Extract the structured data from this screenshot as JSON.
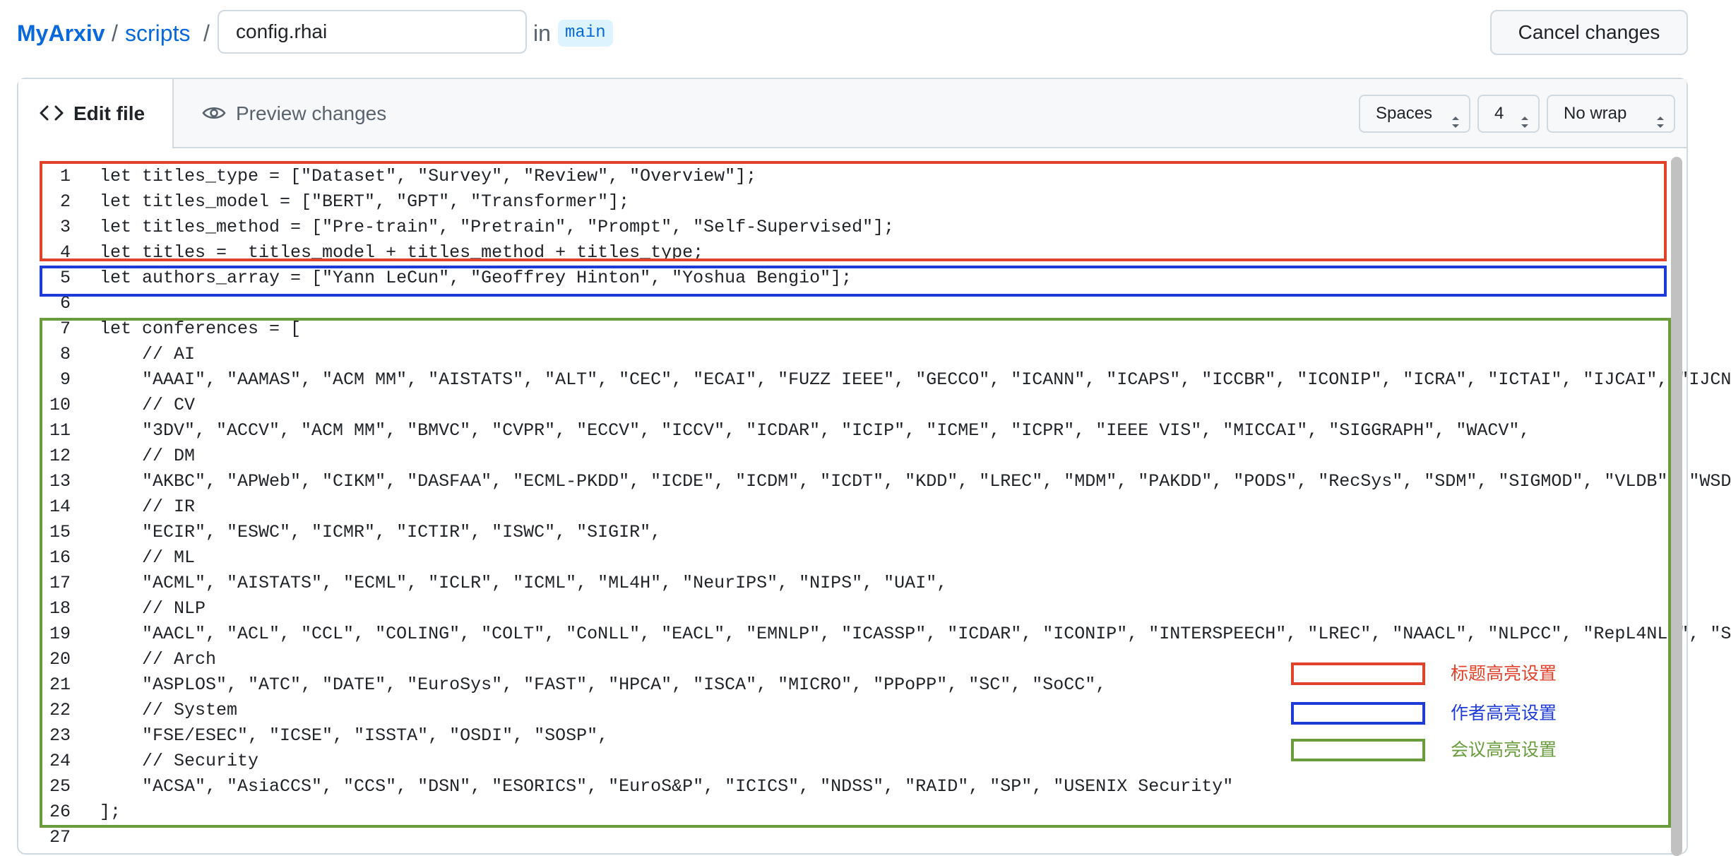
{
  "breadcrumb": {
    "repo": "MyArxiv",
    "separator": "/",
    "directory": "scripts"
  },
  "filename_value": "config.rhai",
  "branch": {
    "in_label": "in",
    "name": "main"
  },
  "cancel_label": "Cancel changes",
  "tabs": {
    "edit_label": "Edit file",
    "preview_label": "Preview changes"
  },
  "editor_options": {
    "indent_mode": "Spaces",
    "indent_size": "4",
    "wrap_mode": "No wrap"
  },
  "code_lines": [
    {
      "n": "1",
      "t": "let titles_type = [\"Dataset\", \"Survey\", \"Review\", \"Overview\"];"
    },
    {
      "n": "2",
      "t": "let titles_model = [\"BERT\", \"GPT\", \"Transformer\"];"
    },
    {
      "n": "3",
      "t": "let titles_method = [\"Pre-train\", \"Pretrain\", \"Prompt\", \"Self-Supervised\"];"
    },
    {
      "n": "4",
      "t": "let titles =  titles_model + titles_method + titles_type;"
    },
    {
      "n": "5",
      "t": "let authors_array = [\"Yann LeCun\", \"Geoffrey Hinton\", \"Yoshua Bengio\"];"
    },
    {
      "n": "6",
      "t": ""
    },
    {
      "n": "7",
      "t": "let conferences = ["
    },
    {
      "n": "8",
      "t": "    // AI"
    },
    {
      "n": "9",
      "t": "    \"AAAI\", \"AAMAS\", \"ACM MM\", \"AISTATS\", \"ALT\", \"CEC\", \"ECAI\", \"FUZZ IEEE\", \"GECCO\", \"ICANN\", \"ICAPS\", \"ICCBR\", \"ICONIP\", \"ICRA\", \"ICTAI\", \"IJCAI\", \"IJCN"
    },
    {
      "n": "10",
      "t": "    // CV"
    },
    {
      "n": "11",
      "t": "    \"3DV\", \"ACCV\", \"ACM MM\", \"BMVC\", \"CVPR\", \"ECCV\", \"ICCV\", \"ICDAR\", \"ICIP\", \"ICME\", \"ICPR\", \"IEEE VIS\", \"MICCAI\", \"SIGGRAPH\", \"WACV\","
    },
    {
      "n": "12",
      "t": "    // DM"
    },
    {
      "n": "13",
      "t": "    \"AKBC\", \"APWeb\", \"CIKM\", \"DASFAA\", \"ECML-PKDD\", \"ICDE\", \"ICDM\", \"ICDT\", \"KDD\", \"LREC\", \"MDM\", \"PAKDD\", \"PODS\", \"RecSys\", \"SDM\", \"SIGMOD\", \"VLDB\", \"WSD"
    },
    {
      "n": "14",
      "t": "    // IR"
    },
    {
      "n": "15",
      "t": "    \"ECIR\", \"ESWC\", \"ICMR\", \"ICTIR\", \"ISWC\", \"SIGIR\","
    },
    {
      "n": "16",
      "t": "    // ML"
    },
    {
      "n": "17",
      "t": "    \"ACML\", \"AISTATS\", \"ECML\", \"ICLR\", \"ICML\", \"ML4H\", \"NeurIPS\", \"NIPS\", \"UAI\","
    },
    {
      "n": "18",
      "t": "    // NLP"
    },
    {
      "n": "19",
      "t": "    \"AACL\", \"ACL\", \"CCL\", \"COLING\", \"COLT\", \"CoNLL\", \"EACL\", \"EMNLP\", \"ICASSP\", \"ICDAR\", \"ICONIP\", \"INTERSPEECH\", \"LREC\", \"NAACL\", \"NLPCC\", \"RepL4NLP\", \"S"
    },
    {
      "n": "20",
      "t": "    // Arch"
    },
    {
      "n": "21",
      "t": "    \"ASPLOS\", \"ATC\", \"DATE\", \"EuroSys\", \"FAST\", \"HPCA\", \"ISCA\", \"MICRO\", \"PPoPP\", \"SC\", \"SoCC\","
    },
    {
      "n": "22",
      "t": "    // System"
    },
    {
      "n": "23",
      "t": "    \"FSE/ESEC\", \"ICSE\", \"ISSTA\", \"OSDI\", \"SOSP\","
    },
    {
      "n": "24",
      "t": "    // Security"
    },
    {
      "n": "25",
      "t": "    \"ACSA\", \"AsiaCCS\", \"CCS\", \"DSN\", \"ESORICS\", \"EuroS&P\", \"ICICS\", \"NDSS\", \"RAID\", \"SP\", \"USENIX Security\""
    },
    {
      "n": "26",
      "t": "];"
    },
    {
      "n": "27",
      "t": ""
    }
  ],
  "legend": [
    {
      "label": "标题高亮设置",
      "color": "#e0422b"
    },
    {
      "label": "作者高亮设置",
      "color": "#1e3bd8"
    },
    {
      "label": "会议高亮设置",
      "color": "#6a9b3c"
    }
  ],
  "icons": {
    "edit_tab": "code-icon",
    "preview_tab": "eye-icon",
    "select_arrows": "chevron-up-down-icon"
  }
}
